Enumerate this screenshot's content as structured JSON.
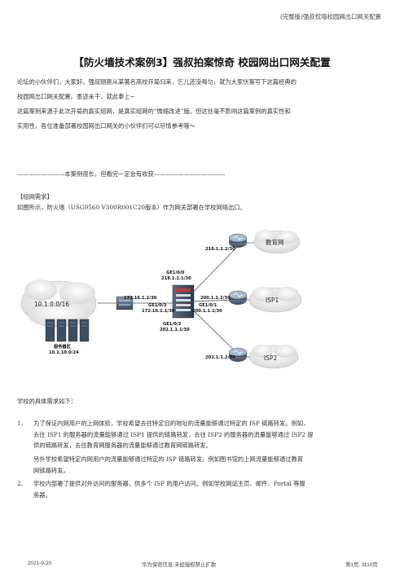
{
  "header": {
    "doc_title": "(完整版)强叔侃墙校园网出口网关配置"
  },
  "title": "【防火墙技术案例3】强叔拍案惊奇 校园网出口网关配置",
  "intro": {
    "lines": [
      "论坛的小伙伴们，大家好。强叔刚刚从某著名高校开局归来，乞儿还没喝匀，就为大家伏案写下这篇经典的",
      "校园网出口网关配置。墨迹未干，就此奉上~",
      "这篇案例来源于此次开局的真实组网，是真实组网的“微缩改进”版。但这丝毫不影响这篇案例的真实性和",
      "实用性，各位准备部署校园网出口网关的小伙伴们可以尽情参考哦～"
    ]
  },
  "divider": "————————本案例很长，但看完一定会有收获————————————",
  "requirements": {
    "heading": "【组网需求】",
    "text": "如图所示，防火墙（USG9560 V300R001C20版本）作为网关部署在学校网络出口。"
  },
  "diagram": {
    "edu_net": "教育网",
    "isp1": "ISP1",
    "isp2": "ISP2",
    "lan_cloud": "10.1.0.0/16",
    "server_zone": "服务器区",
    "server_subnet": "10.1.10.0/24",
    "edu_router_ip": "218.1.1.2/30",
    "ge100_name": "GE1/0/0",
    "ge100_ip": "218.1.1.1/30",
    "lan_router_ip": "172.16.1.2/30",
    "ge103_name": "GE1/0/3",
    "ge103_ip": "172.16.1.1/30",
    "isp1_router_ip": "200.1.1.2/30",
    "ge101_name": "GE1/0/1",
    "ge101_ip": "200.1.1.1/30",
    "ge102_name": "GE1/0/2",
    "ge102_ip": "202.1.1.1/30",
    "isp2_router_ip": "202.1.1.2/30"
  },
  "needs": {
    "intro": "学校的具体需求如下：",
    "item1_num": "1、",
    "item1_lines": [
      "为了保证内网用户的上网体验，学校希望去往特定目的地址的流量能够通过特定的 ISP 链路转发。例如，",
      "去往 ISP1 的服务器的流量能够通过 ISP1 提供的链路转发，去往 ISP2 的服务器的流量能够通过 ISP2 提",
      "供的链路转发，去往教育网服务器的流量能够通过教育网链路转发。"
    ],
    "item1b_lines": [
      "另外学校希望特定内网用户的流量能够通过特定的 ISP 链路转发。例如图书馆的上网流量能够通过教育",
      "网链路转发。"
    ],
    "item2_num": "2、",
    "item2_lines": [
      "学校内部署了提供对外访问的服务器，供多个 ISP 的用户访问。例如学校网站主页、邮件、Portal 等服",
      "务器。"
    ]
  },
  "footer": {
    "date": "2021-9-20",
    "notice": "华为保密信息,未经授权禁止扩散",
    "page": "第1页, 共10页"
  }
}
